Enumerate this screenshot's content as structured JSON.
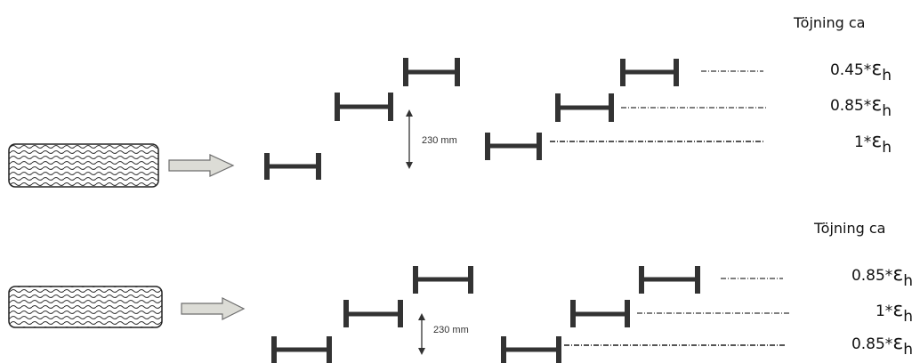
{
  "panels": [
    {
      "header": "Töjning ca",
      "dimension": "230 mm",
      "strains": [
        {
          "coef": "0.45*",
          "sym": "ε",
          "sub": "h"
        },
        {
          "coef": "0.85*",
          "sym": "ε",
          "sub": "h"
        },
        {
          "coef": "1*",
          "sym": "ε",
          "sub": "h"
        }
      ]
    },
    {
      "header": "Töjning ca",
      "dimension": "230 mm",
      "strains": [
        {
          "coef": "0.85*",
          "sym": "ε",
          "sub": "h"
        },
        {
          "coef": "1*",
          "sym": "ε",
          "sub": "h"
        },
        {
          "coef": "0.85*",
          "sym": "ε",
          "sub": "h"
        }
      ]
    }
  ],
  "colors": {
    "bar": "#333333",
    "arrow_fill": "#dcdcd6",
    "arrow_stroke": "#6e6e6e",
    "line": "#555555"
  }
}
